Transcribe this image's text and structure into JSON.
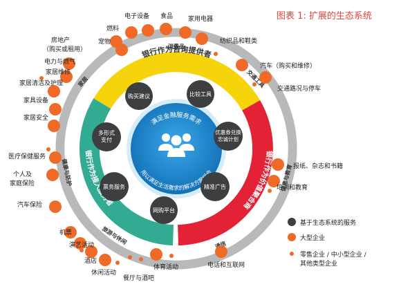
{
  "title": "图表 1: 扩展的生态系统",
  "colors": {
    "orange": "#f06a27",
    "dark": "#3d3e40",
    "yellow": "#f5d40c",
    "red": "#e42235",
    "teal": "#33ab93",
    "blue": "#1d8fd3",
    "grey": "#b8b9ba",
    "title": "#e0463c"
  },
  "center": {
    "line1": "满足金融服务需求",
    "line2": "用以满足生活需求的解决方案组合"
  },
  "roles": {
    "advisor": "银行作为咨询提供者",
    "aggregator": "银行作为价值聚合商",
    "access": "银行作为接入服务者"
  },
  "segments": {
    "consumer": "消费品",
    "transport": "交通工具",
    "info": "信息与教育",
    "telecom": "通信",
    "travel": "旅游与休闲",
    "health": "健康与防护",
    "home": "家居"
  },
  "services": {
    "buy_advice": "购买建议",
    "compare": "比较工具",
    "coupon": "优惠券兑换忠诚计划",
    "ads": "精准广告",
    "online": "网购平台",
    "ticket": "票务服务",
    "pay": "多形式支付"
  },
  "items": {
    "electronics": "电子设备",
    "food": "食品",
    "appliances": "家用电器",
    "fuel": "燃料",
    "pets": "宠物",
    "textiles": "纺织品和鞋类",
    "car": "汽车（购买和维修）",
    "traffic": "交通路况与停车",
    "realestate": "房地产",
    "realestate_sub": "（购买或租用）",
    "power": "电力与燃气",
    "repair": "家居维修",
    "cleaning": "家居清洁及护理",
    "furniture": "家具设备",
    "security": "家居安全",
    "medical": "医疗保健服务",
    "personal_ins": "个人及",
    "personal_ins2": "家庭保险",
    "car_ins": "汽车保险",
    "press": "报纸、杂志和书籍",
    "training": "培训和教育",
    "flight": "机票",
    "show": "演艺活动",
    "hotel": "酒店",
    "leisure": "休闲活动",
    "dining": "餐厅与酒吧",
    "sports": "体育活动",
    "phone": "电话和互联网"
  },
  "legend": {
    "ecosystem": "基于生态系统的服务",
    "large": "大型企业",
    "small1": "零售企业 / 中小型企业 /",
    "small2": "其他类型企业"
  }
}
